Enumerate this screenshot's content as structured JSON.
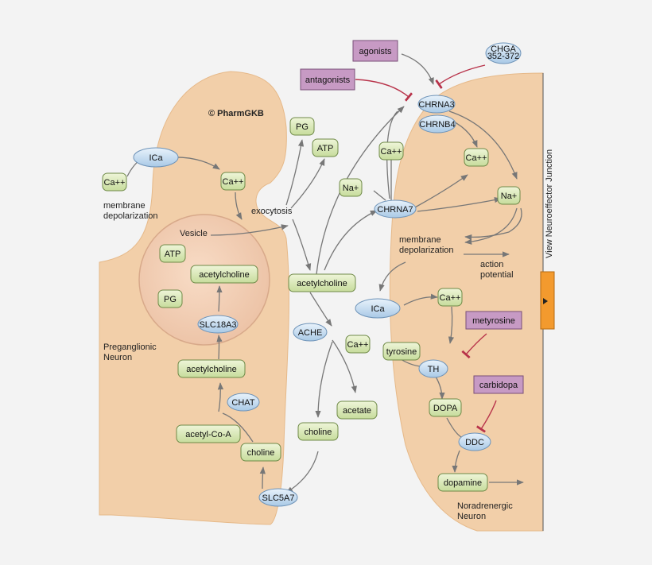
{
  "watermark": "© PharmGKB",
  "side_panel": {
    "label": "View Neuroeffector Junction"
  },
  "cells": {
    "pre": {
      "name": "Preganglionic\nNeuron",
      "vesicle": "Vesicle"
    },
    "post": {
      "name": "Noradrenergic\nNeuron"
    }
  },
  "labels": {
    "membrane_depol_pre": "membrane\ndepolarization",
    "exocytosis": "exocytosis",
    "membrane_depol_post": "membrane\ndepolarization",
    "action_potential": "action\npotential"
  },
  "nodes": {
    "ica_pre": "ICa",
    "ca_pre_left": "Ca++",
    "ca_pre_right": "Ca++",
    "atp_vesicle": "ATP",
    "ach_vesicle": "acetylcholine",
    "pg_vesicle": "PG",
    "slc18a3": "SLC18A3",
    "ach_cyto": "acetylcholine",
    "chat": "CHAT",
    "acetyl_coa": "acetyl-Co-A",
    "choline_pre": "choline",
    "slc5a7": "SLC5A7",
    "pg_cleft": "PG",
    "atp_cleft": "ATP",
    "ach_cleft": "acetylcholine",
    "ache": "ACHE",
    "acetate": "acetate",
    "choline_cleft": "choline",
    "agonists": "agonists",
    "antagonists": "antagonists",
    "chga": "CHGA\n352-372",
    "chrna3": "CHRNA3",
    "chrnb4": "CHRNB4",
    "chrna7": "CHRNA7",
    "ca_post1": "Ca++",
    "na_post1": "Na+",
    "ca_post2": "Ca++",
    "na_post2": "Na+",
    "ica_post": "ICa",
    "ca_post3": "Ca++",
    "ca_post4": "Ca++",
    "tyrosine": "tyrosine",
    "th": "TH",
    "metyrosine": "metyrosine",
    "dopa": "DOPA",
    "carbidopa": "carbidopa",
    "ddc": "DDC",
    "dopamine": "dopamine"
  },
  "colors": {
    "cell_fill": "#f2cfa9",
    "compound_fill": "#dbe9b9",
    "gene_fill": "#c5dcf0",
    "drug_fill": "#c79ac4",
    "arrow": "#777777",
    "inhibit": "#b8334a",
    "side_tab": "#f39a2e"
  }
}
